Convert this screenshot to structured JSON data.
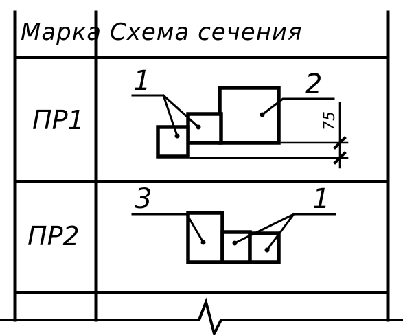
{
  "table": {
    "header": {
      "mark_label": "Марка",
      "scheme_label": "Схема сечения"
    },
    "rows": [
      {
        "mark": "ПР1",
        "callouts": [
          "1",
          "2"
        ],
        "dimension": "75"
      },
      {
        "mark": "ПР2",
        "callouts": [
          "3",
          "1"
        ]
      }
    ]
  }
}
